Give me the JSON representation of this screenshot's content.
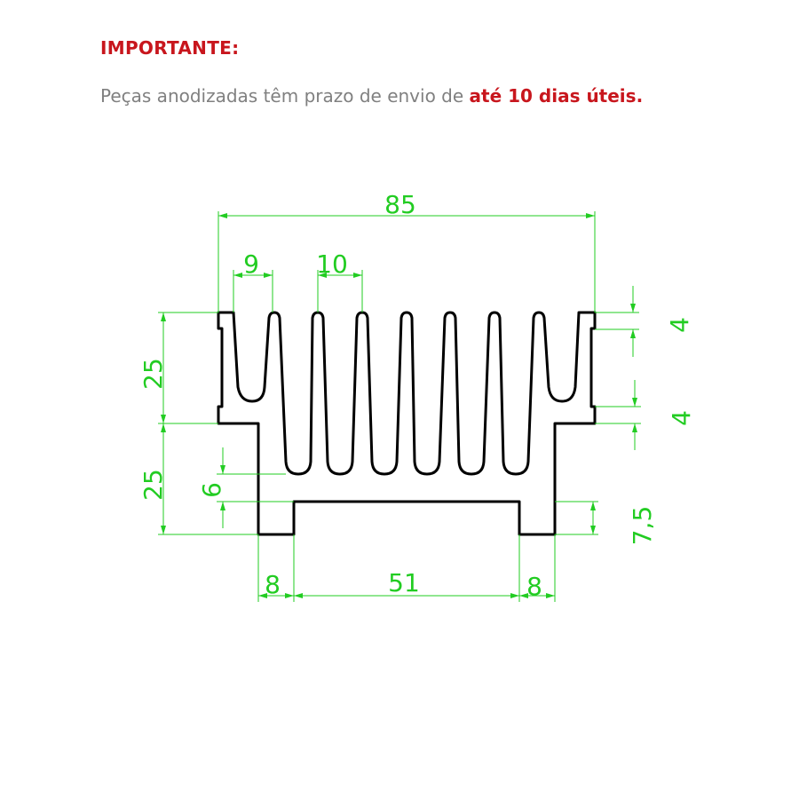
{
  "notice": {
    "title": "IMPORTANTE:",
    "text_prefix": "Peças anodizadas têm prazo de envio de ",
    "text_highlight": "até 10 dias úteis."
  },
  "colors": {
    "accent": "#c8161d",
    "body_text": "#808080",
    "dimension": "#22cc22",
    "profile": "#000000"
  },
  "drawing": {
    "dimensions": {
      "overall_width": "85",
      "fin_pitch": "9",
      "fin_spacing": "10",
      "top_notch": "4",
      "lower_notch": "4",
      "upper_height": "25",
      "lower_height": "25",
      "base_thickness": "6",
      "foot_height": "7,5",
      "left_foot": "8",
      "center_gap": "51",
      "right_foot": "8"
    }
  }
}
